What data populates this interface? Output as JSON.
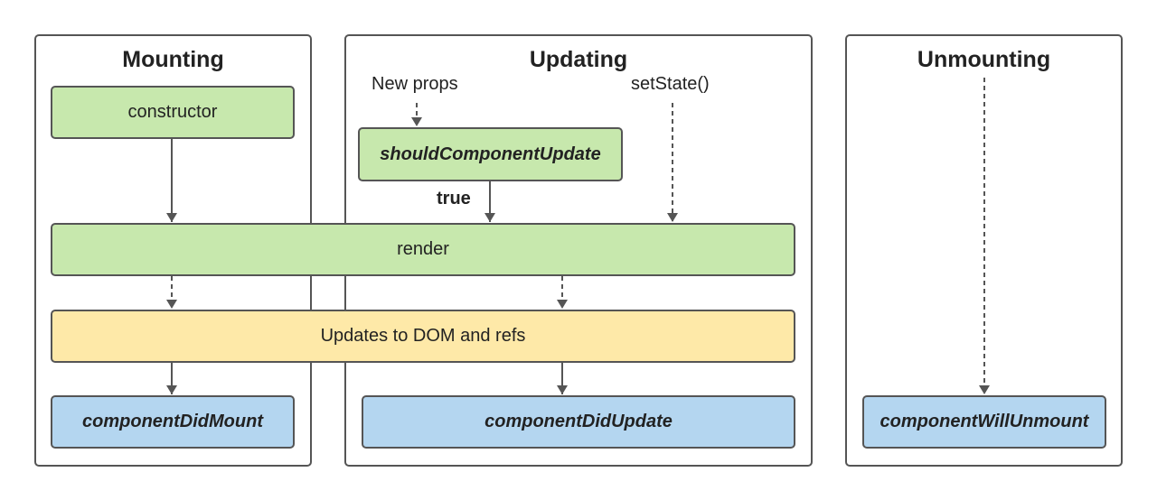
{
  "phases": {
    "mounting": {
      "title": "Mounting"
    },
    "updating": {
      "title": "Updating"
    },
    "unmounting": {
      "title": "Unmounting"
    }
  },
  "triggers": {
    "new_props": "New props",
    "set_state": "setState()",
    "true_label": "true"
  },
  "nodes": {
    "constructor": "constructor",
    "should_component_update": "shouldComponentUpdate",
    "render": "render",
    "updates_dom": "Updates to DOM and refs",
    "component_did_mount": "componentDidMount",
    "component_did_update": "componentDidUpdate",
    "component_will_unmount": "componentWillUnmount"
  },
  "colors": {
    "green": "#c7e8ad",
    "yellow": "#fee9a8",
    "blue": "#b4d6f0",
    "border": "#555555"
  }
}
